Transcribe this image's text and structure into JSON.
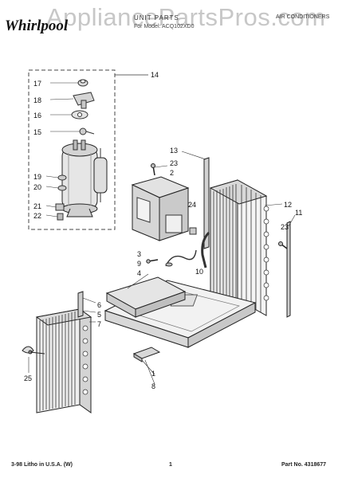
{
  "header": {
    "brand": "Whirlpool",
    "watermark": "AppliancePartsPros.com",
    "title": "UNIT PARTS",
    "model": "For Model: ACQ102XD0",
    "section": "AIR CONDITIONERS"
  },
  "footer": {
    "left": "3-98 Litho in U.S.A. (W)",
    "center": "1",
    "right": "Part No. 4318677"
  },
  "callouts": {
    "c1": "1",
    "c2": "2",
    "c3": "3",
    "c4": "4",
    "c5": "5",
    "c6": "6",
    "c7": "7",
    "c8": "8",
    "c9": "9",
    "c10": "10",
    "c11": "11",
    "c12": "12",
    "c13": "13",
    "c14": "14",
    "c15": "15",
    "c16": "16",
    "c17": "17",
    "c18": "18",
    "c19": "19",
    "c20": "20",
    "c21": "21",
    "c22": "22",
    "c23a": "23",
    "c23b": "23",
    "c24": "24",
    "c25": "25"
  }
}
